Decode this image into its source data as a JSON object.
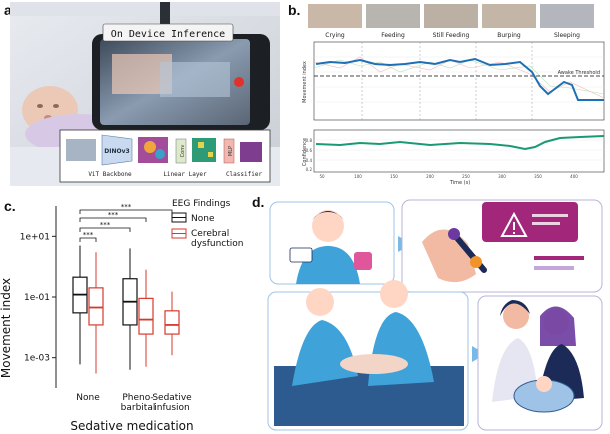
{
  "panels": {
    "a": "a.",
    "b": "b.",
    "c": "c.",
    "d": "d."
  },
  "panel_a": {
    "title": "On Device Inference",
    "pipeline": {
      "backbone_block": "DINOv3",
      "conv_block": "Conv",
      "mlp_block": "MLP",
      "stage_labels": [
        "ViT Backbone",
        "Linear Layer",
        "Classifier"
      ]
    }
  },
  "panel_b": {
    "frame_labels": [
      "Crying",
      "Feeding",
      "Still Feeding",
      "Burping",
      "Sleeping"
    ],
    "threshold_label": "Awake Threshold",
    "top_ylabel": "Movement index",
    "bottom_ylabel": "Confidence",
    "xlabel": "Time (s)",
    "x_ticks": [
      "50",
      "100",
      "150",
      "200",
      "250",
      "300",
      "350",
      "400"
    ],
    "bottom_yticks": [
      "0.8",
      "0.6",
      "0.4",
      "0.2"
    ],
    "colors": {
      "movement": "#1f6fb5",
      "confidence": "#1a9a74"
    }
  },
  "chart_data": {
    "type": "box",
    "ylabel": "Movement index",
    "xlabel": "Sedative medication",
    "yscale": "log",
    "ylim": [
      0.0001,
      100
    ],
    "y_ticks": [
      "1e+01",
      "1e-01",
      "1e-03"
    ],
    "categories": [
      "None",
      "Pheno-\nbarbital",
      "Sedative\ninfusion"
    ],
    "legend_title": "EEG Findings",
    "series": [
      {
        "name": "None",
        "color": "#111111",
        "boxes": [
          {
            "category": "None",
            "q1": 0.03,
            "median": 0.12,
            "q3": 0.45,
            "whisker_low": 0.0006,
            "whisker_high": 5
          },
          {
            "category": "Pheno-\nbarbital",
            "q1": 0.012,
            "median": 0.07,
            "q3": 0.4,
            "whisker_low": 0.0004,
            "whisker_high": 4
          }
        ]
      },
      {
        "name": "Cerebral\ndysfunction",
        "color": "#d63a2f",
        "boxes": [
          {
            "category": "None",
            "q1": 0.012,
            "median": 0.045,
            "q3": 0.2,
            "whisker_low": 0.0003,
            "whisker_high": 3
          },
          {
            "category": "Pheno-\nbarbital",
            "q1": 0.006,
            "median": 0.018,
            "q3": 0.09,
            "whisker_low": 0.0005,
            "whisker_high": 0.8
          },
          {
            "category": "Sedative\ninfusion",
            "q1": 0.006,
            "median": 0.012,
            "q3": 0.035,
            "whisker_low": 0.0012,
            "whisker_high": 0.15
          }
        ]
      }
    ],
    "significance": [
      "***",
      "***",
      "***",
      "***"
    ]
  }
}
